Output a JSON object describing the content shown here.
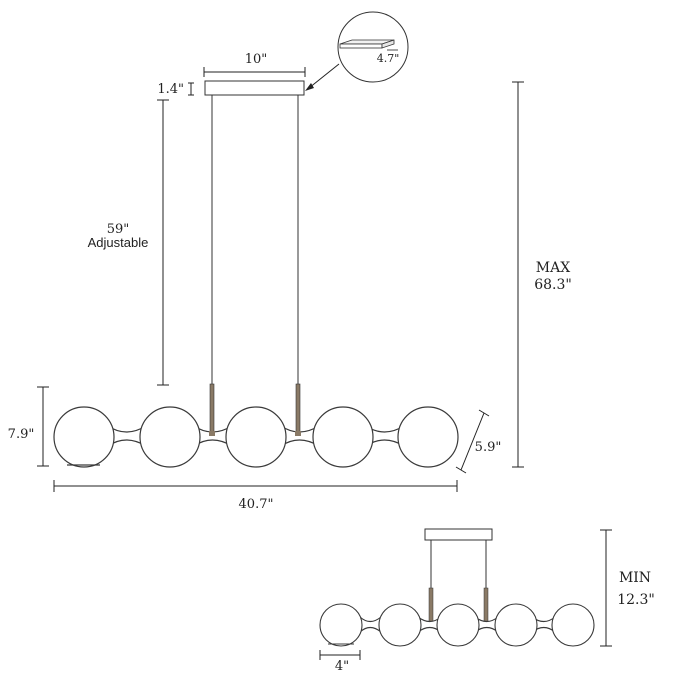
{
  "dimensions": {
    "canopy_width": "10\"",
    "canopy_height": "1.4\"",
    "canopy_depth": "4.7\"",
    "rod_length": "59\"",
    "rod_note": "Adjustable",
    "max_label": "MAX",
    "max_height": "68.3\"",
    "globe_height": "7.9\"",
    "overall_length": "40.7\"",
    "globe_diameter": "5.9\"",
    "min_label": "MIN",
    "min_height": "12.3\"",
    "globe_width": "4\""
  },
  "colors": {
    "line": "#222222",
    "fixture": "#3a3a3a",
    "rod": "#8a7a66"
  }
}
